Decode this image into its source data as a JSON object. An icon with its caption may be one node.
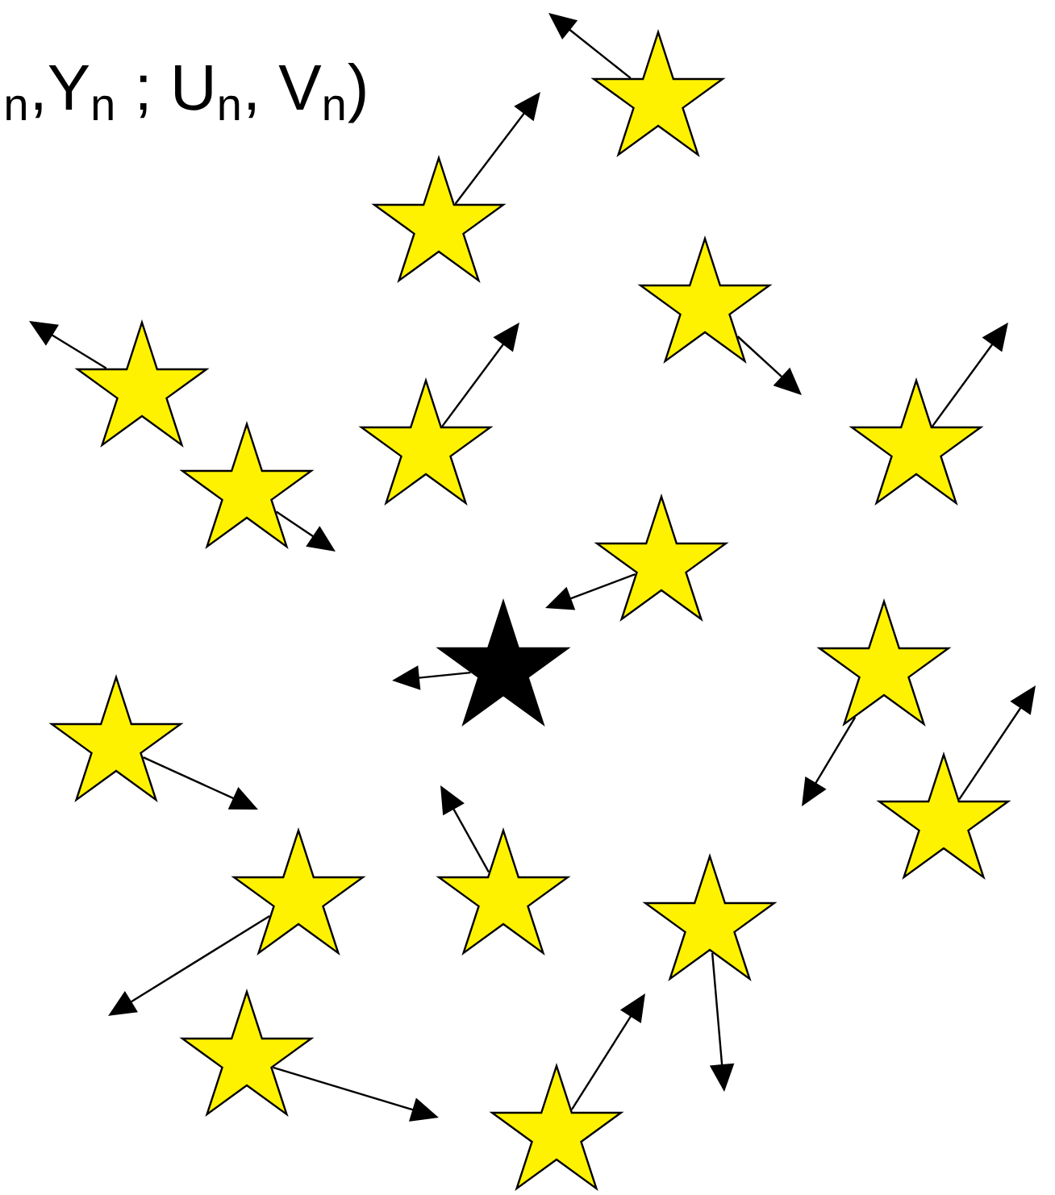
{
  "diagram": {
    "nodes": [
      {
        "text": [],
        "shape": "star"
      },
      {
        "text": [],
        "shape": "star"
      },
      {
        "text": [],
        "shape": "star"
      },
      {
        "text": [],
        "shape": "star"
      },
      {
        "text": [],
        "shape": "star"
      },
      {
        "text": [],
        "shape": "star"
      },
      {
        "text": [],
        "shape": "star"
      },
      {
        "text": [],
        "shape": "star"
      },
      {
        "text": [],
        "shape": "star"
      },
      {
        "text": [],
        "shape": "star"
      },
      {
        "text": [],
        "shape": "star"
      },
      {
        "text": [],
        "shape": "star"
      },
      {
        "text": [],
        "shape": "star"
      },
      {
        "text": [],
        "shape": "star"
      },
      {
        "text": [],
        "shape": "star"
      },
      {
        "text": [],
        "shape": "star"
      },
      {
        "text": [],
        "shape": "star"
      }
    ],
    "edges": [
      {
        "from": 0,
        "to": null,
        "arrow": "to"
      },
      {
        "from": 1,
        "to": null,
        "arrow": "to"
      },
      {
        "from": 2,
        "to": null,
        "arrow": "to"
      },
      {
        "from": 3,
        "to": null,
        "arrow": "to"
      },
      {
        "from": 4,
        "to": null,
        "arrow": "to"
      },
      {
        "from": 5,
        "to": null,
        "arrow": "to"
      },
      {
        "from": 6,
        "to": null,
        "arrow": "to"
      },
      {
        "from": 7,
        "to": null,
        "arrow": "to"
      },
      {
        "from": 8,
        "to": null,
        "arrow": "to"
      },
      {
        "from": 9,
        "to": null,
        "arrow": "to"
      },
      {
        "from": 10,
        "to": null,
        "arrow": "to"
      },
      {
        "from": 11,
        "to": null,
        "arrow": "to"
      },
      {
        "from": 12,
        "to": null,
        "arrow": "to"
      },
      {
        "from": 13,
        "to": null,
        "arrow": "to"
      },
      {
        "from": 14,
        "to": null,
        "arrow": "to"
      },
      {
        "from": 15,
        "to": null,
        "arrow": "to"
      },
      {
        "from": 16,
        "to": null,
        "arrow": "to"
      }
    ],
    "labels": [
      "$_{n}$,Y$_{n}$ ; U$_{n}$, V$_{n}$)"
    ]
  }
}
